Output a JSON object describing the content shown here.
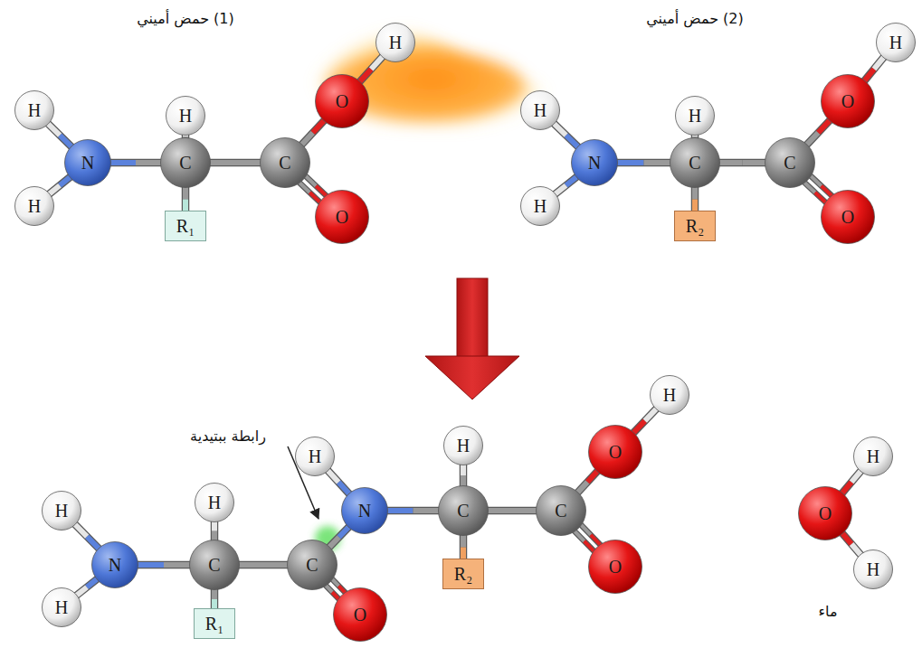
{
  "diagram": {
    "nodes": [
      {
        "text": [
          "H"
        ]
      },
      {
        "text": [
          "H"
        ]
      },
      {
        "text": [
          "N"
        ]
      },
      {
        "text": [
          "C"
        ]
      },
      {
        "text": [
          "H"
        ]
      },
      {
        "text": [
          "R₁"
        ]
      },
      {
        "text": [
          "C"
        ]
      },
      {
        "text": [
          "O"
        ]
      },
      {
        "text": [
          "H"
        ]
      },
      {
        "text": [
          "O"
        ]
      },
      {
        "text": [
          "H"
        ]
      },
      {
        "text": [
          "H"
        ]
      },
      {
        "text": [
          "N"
        ]
      },
      {
        "text": [
          "C"
        ]
      },
      {
        "text": [
          "H"
        ]
      },
      {
        "text": [
          "R₂"
        ]
      },
      {
        "text": [
          "C"
        ]
      },
      {
        "text": [
          "O"
        ]
      },
      {
        "text": [
          "H"
        ]
      },
      {
        "text": [
          "O"
        ]
      },
      {
        "text": [
          "H"
        ]
      },
      {
        "text": [
          "H"
        ]
      },
      {
        "text": [
          "N"
        ]
      },
      {
        "text": [
          "C"
        ]
      },
      {
        "text": [
          "H"
        ]
      },
      {
        "text": [
          "R₁"
        ]
      },
      {
        "text": [
          "C"
        ]
      },
      {
        "text": [
          "O"
        ]
      },
      {
        "text": [
          "N"
        ]
      },
      {
        "text": [
          "H"
        ]
      },
      {
        "text": [
          "C"
        ]
      },
      {
        "text": [
          "H"
        ]
      },
      {
        "text": [
          "R₂"
        ]
      },
      {
        "text": [
          "C"
        ]
      },
      {
        "text": [
          "O"
        ]
      },
      {
        "text": [
          "H"
        ]
      },
      {
        "text": [
          "O"
        ]
      },
      {
        "text": [
          "H"
        ]
      },
      {
        "text": [
          "O"
        ]
      },
      {
        "text": [
          "H"
        ]
      }
    ],
    "edges": [
      {
        "from": 2,
        "to": 0,
        "arrow": "none"
      },
      {
        "from": 2,
        "to": 1,
        "arrow": "none"
      },
      {
        "from": 2,
        "to": 3,
        "arrow": "none"
      },
      {
        "from": 3,
        "to": 4,
        "arrow": "none"
      },
      {
        "from": 3,
        "to": 5,
        "arrow": "none"
      },
      {
        "from": 3,
        "to": 6,
        "arrow": "none"
      },
      {
        "from": 6,
        "to": 7,
        "arrow": "none"
      },
      {
        "from": 7,
        "to": 8,
        "arrow": "none"
      },
      {
        "from": 6,
        "to": 9,
        "arrow": "none"
      },
      {
        "from": 12,
        "to": 10,
        "arrow": "none"
      },
      {
        "from": 12,
        "to": 11,
        "arrow": "none"
      },
      {
        "from": 12,
        "to": 13,
        "arrow": "none"
      },
      {
        "from": 13,
        "to": 14,
        "arrow": "none"
      },
      {
        "from": 13,
        "to": 15,
        "arrow": "none"
      },
      {
        "from": 13,
        "to": 16,
        "arrow": "none"
      },
      {
        "from": 16,
        "to": 17,
        "arrow": "none"
      },
      {
        "from": 17,
        "to": 18,
        "arrow": "none"
      },
      {
        "from": 16,
        "to": 19,
        "arrow": "none"
      },
      {
        "from": 22,
        "to": 20,
        "arrow": "none"
      },
      {
        "from": 22,
        "to": 21,
        "arrow": "none"
      },
      {
        "from": 22,
        "to": 23,
        "arrow": "none"
      },
      {
        "from": 23,
        "to": 24,
        "arrow": "none"
      },
      {
        "from": 23,
        "to": 25,
        "arrow": "none"
      },
      {
        "from": 23,
        "to": 26,
        "arrow": "none"
      },
      {
        "from": 26,
        "to": 27,
        "arrow": "none"
      },
      {
        "from": 26,
        "to": 28,
        "arrow": "none"
      },
      {
        "from": 28,
        "to": 29,
        "arrow": "none"
      },
      {
        "from": 28,
        "to": 30,
        "arrow": "none"
      },
      {
        "from": 30,
        "to": 31,
        "arrow": "none"
      },
      {
        "from": 30,
        "to": 32,
        "arrow": "none"
      },
      {
        "from": 30,
        "to": 33,
        "arrow": "none"
      },
      {
        "from": 33,
        "to": 34,
        "arrow": "none"
      },
      {
        "from": 34,
        "to": 35,
        "arrow": "none"
      },
      {
        "from": 33,
        "to": 36,
        "arrow": "none"
      },
      {
        "from": 38,
        "to": 37,
        "arrow": "none"
      },
      {
        "from": 38,
        "to": 39,
        "arrow": "none"
      }
    ],
    "labels": [
      "(1) حمض أميني",
      "(2) حمض أميني",
      "رابطة ببتيدية",
      "ماء"
    ]
  }
}
